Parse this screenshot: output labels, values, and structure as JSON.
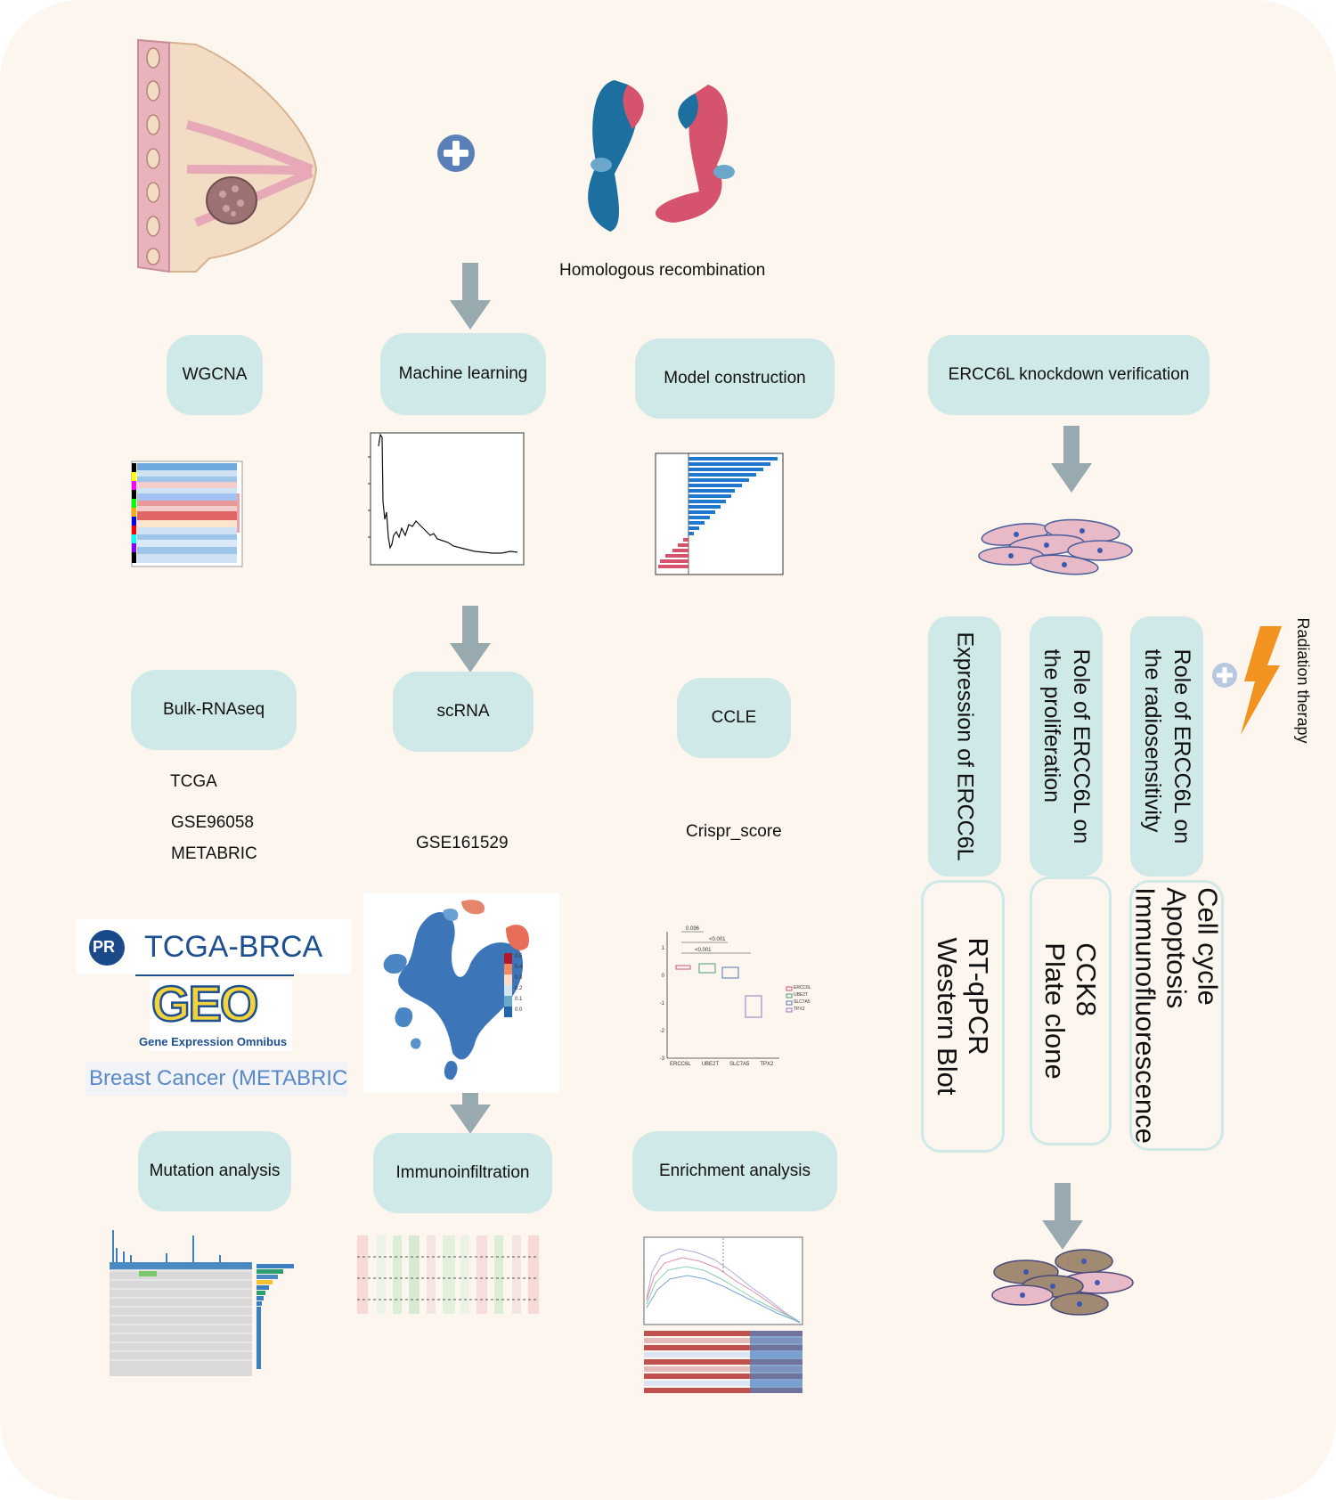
{
  "top": {
    "hr_label": "Homologous recombination"
  },
  "row1": {
    "wgcna": "WGCNA",
    "ml": "Machine learning",
    "model": "Model construction",
    "knockdown": "ERCC6L knockdown verification"
  },
  "row2": {
    "bulk": "Bulk-RNAseq",
    "scrna": "scRNA",
    "ccle": "CCLE"
  },
  "datasets": {
    "tcga": "TCGA",
    "gse96058": "GSE96058",
    "metabric": "METABRIC",
    "gse161529": "GSE161529",
    "crispr": "Crispr_score"
  },
  "logos": {
    "pr": "PR",
    "tcga_brca": "TCGA-BRCA",
    "geo": "GEO",
    "geo_sub": "Gene Expression Omnibus",
    "metabric_link": "Breast Cancer (METABRIC"
  },
  "row3": {
    "mutation": "Mutation analysis",
    "immuno": "Immunoinfiltration",
    "enrich": "Enrichment analysis"
  },
  "verification": {
    "expression": "Expression of ERCC6L",
    "proliferation": [
      "Role of  ERCC6L on",
      "the proliferation"
    ],
    "radiosensitivity": [
      "Role of  ERCC6L on",
      "the radiosensitivity"
    ],
    "radiation": "Radiation therapy",
    "methods_expression": [
      "RT-qPCR",
      "Western Blot"
    ],
    "methods_proliferation": [
      "CCK8",
      "Plate clone"
    ],
    "methods_radio": [
      "Cell cycle",
      "Apoptosis",
      "Immunofluorescence"
    ]
  },
  "boxplot": {
    "p_values": [
      "0.096",
      "<0.001",
      "<0.001"
    ],
    "genes": [
      "ERCC6L",
      "UBE2T",
      "SLC7A5",
      "TPX2"
    ],
    "yticks": [
      "1",
      "0",
      "-1",
      "-2",
      "-3"
    ],
    "colorbar": [
      "0.5",
      "0.4",
      "0.3",
      "0.2",
      "0.1",
      "0.0"
    ]
  },
  "colors": {
    "panel": "#fdf6ee",
    "box": "#cfe9e8",
    "arrow": "#98aab0",
    "blue_chrom": "#1d6fa0",
    "red_chrom": "#d6536d",
    "lightning": "#f2921f",
    "plus": "#5b7fb8"
  },
  "icons": [
    "breast-tissue-icon",
    "plus-icon",
    "chromosome-icon",
    "cell-icon",
    "lightning-icon"
  ]
}
